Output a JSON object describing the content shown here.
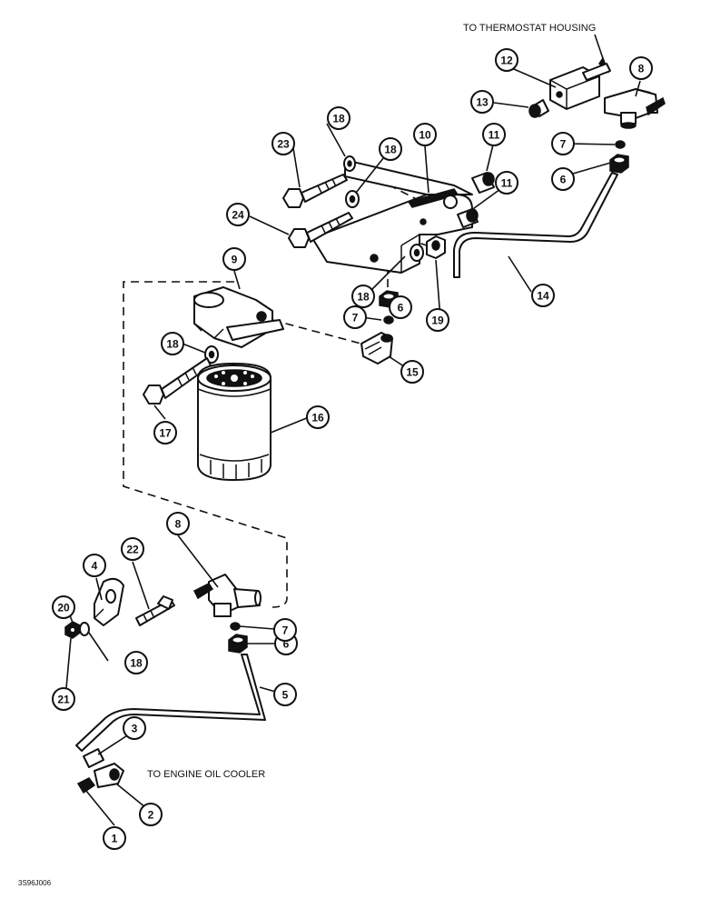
{
  "notes": {
    "top": "TO THERMOSTAT HOUSING",
    "bottom": "TO ENGINE OIL COOLER"
  },
  "figure_id": "3S96J006",
  "callouts": [
    {
      "label": "1"
    },
    {
      "label": "2"
    },
    {
      "label": "3"
    },
    {
      "label": "4"
    },
    {
      "label": "5"
    },
    {
      "label": "6"
    },
    {
      "label": "6"
    },
    {
      "label": "6"
    },
    {
      "label": "7"
    },
    {
      "label": "7"
    },
    {
      "label": "7"
    },
    {
      "label": "8"
    },
    {
      "label": "8"
    },
    {
      "label": "9"
    },
    {
      "label": "10"
    },
    {
      "label": "11"
    },
    {
      "label": "11"
    },
    {
      "label": "12"
    },
    {
      "label": "13"
    },
    {
      "label": "14"
    },
    {
      "label": "15"
    },
    {
      "label": "16"
    },
    {
      "label": "17"
    },
    {
      "label": "18"
    },
    {
      "label": "18"
    },
    {
      "label": "18"
    },
    {
      "label": "18"
    },
    {
      "label": "18"
    },
    {
      "label": "19"
    },
    {
      "label": "20"
    },
    {
      "label": "21"
    },
    {
      "label": "22"
    },
    {
      "label": "23"
    },
    {
      "label": "24"
    }
  ]
}
